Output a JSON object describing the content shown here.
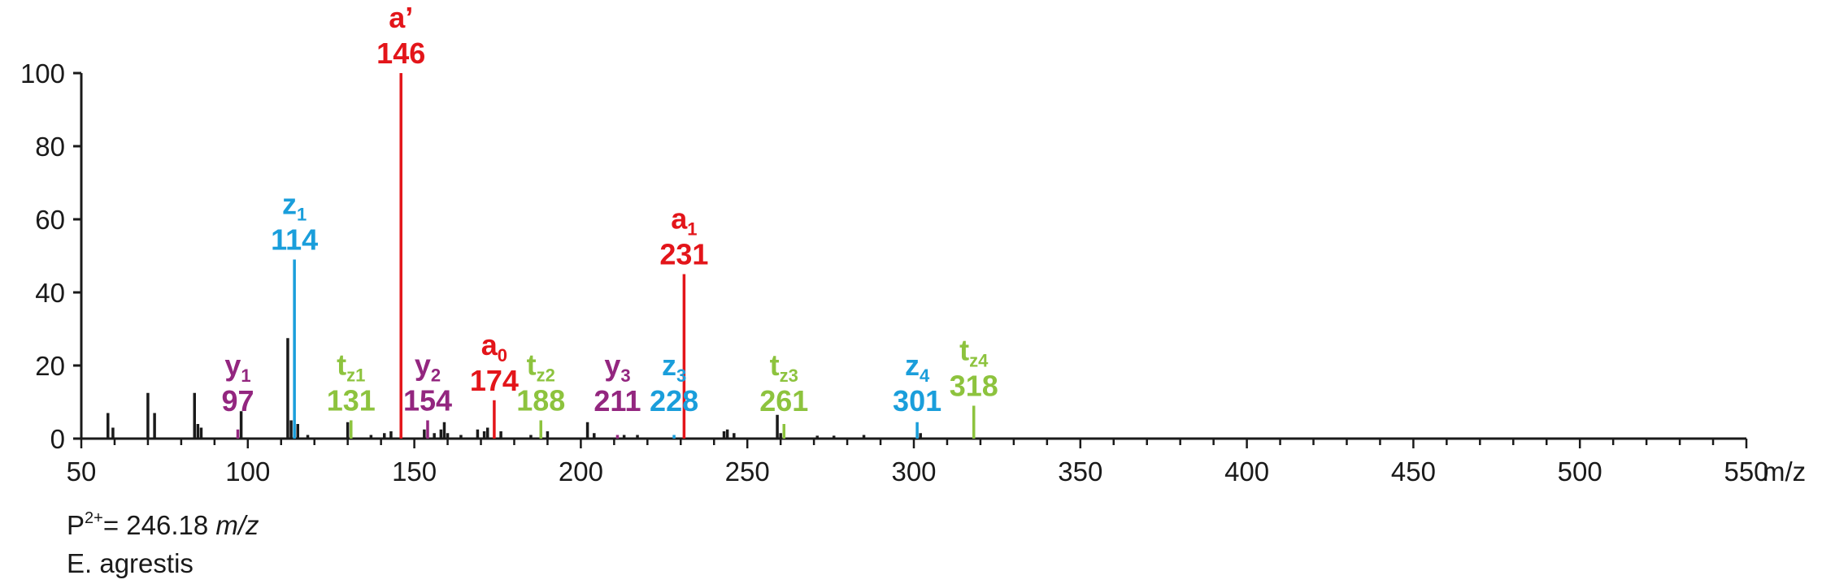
{
  "chart_data": {
    "type": "bar",
    "xlabel": "m/z",
    "xlim": [
      50,
      550
    ],
    "ylim": [
      0,
      100
    ],
    "x_ticks": [
      50,
      100,
      150,
      200,
      250,
      300,
      350,
      400,
      450,
      500,
      550
    ],
    "y_ticks": [
      0,
      20,
      40,
      60,
      80,
      100
    ],
    "background_peaks": [
      {
        "x": 58,
        "y": 7
      },
      {
        "x": 59.5,
        "y": 3
      },
      {
        "x": 70,
        "y": 12.5
      },
      {
        "x": 72,
        "y": 7
      },
      {
        "x": 84,
        "y": 12.5
      },
      {
        "x": 85,
        "y": 4
      },
      {
        "x": 86,
        "y": 3
      },
      {
        "x": 98,
        "y": 7.5
      },
      {
        "x": 112,
        "y": 27.5
      },
      {
        "x": 113,
        "y": 5
      },
      {
        "x": 115,
        "y": 4
      },
      {
        "x": 118,
        "y": 1
      },
      {
        "x": 130,
        "y": 4.5
      },
      {
        "x": 137,
        "y": 1
      },
      {
        "x": 141,
        "y": 1.5
      },
      {
        "x": 143,
        "y": 2
      },
      {
        "x": 153,
        "y": 2.5
      },
      {
        "x": 156,
        "y": 1.5
      },
      {
        "x": 158,
        "y": 2.5
      },
      {
        "x": 159,
        "y": 4.5
      },
      {
        "x": 160,
        "y": 1.5
      },
      {
        "x": 164,
        "y": 1
      },
      {
        "x": 169,
        "y": 2.5
      },
      {
        "x": 171,
        "y": 2
      },
      {
        "x": 172,
        "y": 3
      },
      {
        "x": 176,
        "y": 2
      },
      {
        "x": 185,
        "y": 1
      },
      {
        "x": 190,
        "y": 2
      },
      {
        "x": 202,
        "y": 4.5
      },
      {
        "x": 204,
        "y": 1.5
      },
      {
        "x": 213,
        "y": 1
      },
      {
        "x": 217,
        "y": 1
      },
      {
        "x": 243,
        "y": 2
      },
      {
        "x": 244,
        "y": 2.5
      },
      {
        "x": 246,
        "y": 1.5
      },
      {
        "x": 259,
        "y": 6.5
      },
      {
        "x": 260,
        "y": 1.5
      },
      {
        "x": 271,
        "y": 0.8
      },
      {
        "x": 276,
        "y": 0.8
      },
      {
        "x": 285,
        "y": 1
      },
      {
        "x": 302,
        "y": 1.5
      }
    ],
    "annotated_peaks": [
      {
        "series": "y",
        "sub": "1",
        "mz": "97",
        "x": 97,
        "y": 2.5,
        "color": "#93267f"
      },
      {
        "series": "z",
        "sub": "1",
        "mz": "114",
        "x": 114,
        "y": 49,
        "color": "#1a9edb"
      },
      {
        "series": "t",
        "sub": "z1",
        "mz": "131",
        "x": 131,
        "y": 5,
        "color": "#8dc33e"
      },
      {
        "series": "a’",
        "sub": "",
        "mz": "146",
        "x": 146,
        "y": 100,
        "color": "#e3151a"
      },
      {
        "series": "y",
        "sub": "2",
        "mz": "154",
        "x": 154,
        "y": 5,
        "color": "#93267f"
      },
      {
        "series": "a",
        "sub": "0",
        "mz": "174",
        "x": 174,
        "y": 10.5,
        "color": "#e3151a"
      },
      {
        "series": "t",
        "sub": "z2",
        "mz": "188",
        "x": 188,
        "y": 5,
        "color": "#8dc33e"
      },
      {
        "series": "y",
        "sub": "3",
        "mz": "211",
        "x": 211,
        "y": 1,
        "color": "#93267f"
      },
      {
        "series": "z",
        "sub": "3",
        "mz": "228",
        "x": 228,
        "y": 1,
        "color": "#1a9edb"
      },
      {
        "series": "a",
        "sub": "1",
        "mz": "231",
        "x": 231,
        "y": 45,
        "color": "#e3151a"
      },
      {
        "series": "t",
        "sub": "z3",
        "mz": "261",
        "x": 261,
        "y": 4,
        "color": "#8dc33e"
      },
      {
        "series": "z",
        "sub": "4",
        "mz": "301",
        "x": 301,
        "y": 4.5,
        "color": "#1a9edb"
      },
      {
        "series": "t",
        "sub": "z4",
        "mz": "318",
        "x": 318,
        "y": 9,
        "color": "#8dc33e"
      }
    ],
    "base_color": "#1a1a1a"
  },
  "caption": {
    "precursor_prefix": "P",
    "precursor_charge": "2+",
    "precursor_value": "= 246.18 ",
    "precursor_unit": "m/z",
    "species": "E. agrestis"
  }
}
